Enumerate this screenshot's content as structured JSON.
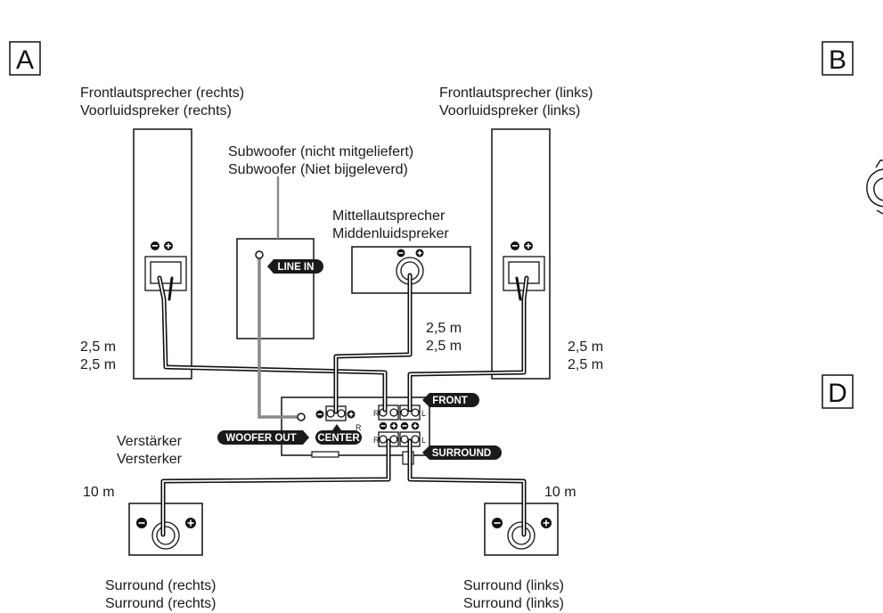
{
  "sections": {
    "a": "A",
    "b": "B",
    "d": "D"
  },
  "front_right": {
    "line1": "Frontlautsprecher (rechts)",
    "line2": "Voorluidspreker (rechts)"
  },
  "front_left": {
    "line1": "Frontlautsprecher (links)",
    "line2": "Voorluidspreker (links)"
  },
  "subwoofer": {
    "line1": "Subwoofer (nicht mitgeliefert)",
    "line2": "Subwoofer (Niet bijgeleverd)",
    "terminal": "LINE IN"
  },
  "center_speaker": {
    "line1": "Mittellautsprecher",
    "line2": "Middenluidspreker"
  },
  "amplifier": {
    "line1": "Verstärker",
    "line2": "Versterker",
    "woofer_out": "WOOFER OUT",
    "center": "CENTER",
    "front": "FRONT",
    "surround": "SURROUND",
    "r": "R",
    "l": "L"
  },
  "surround_right": {
    "line1": "Surround (rechts)",
    "line2": "Surround (rechts)"
  },
  "surround_left": {
    "line1": "Surround (links)",
    "line2": "Surround (links)"
  },
  "distances": {
    "front_right_a": "2,5 m",
    "front_right_b": "2,5 m",
    "center_a": "2,5 m",
    "center_b": "2,5 m",
    "front_left_a": "2,5 m",
    "front_left_b": "2,5 m",
    "surround_right": "10 m",
    "surround_left": "10 m"
  },
  "colors": {
    "line": "#1a1a1a",
    "cable_gray": "#8a8a8a",
    "pill": "#1a1a1a"
  }
}
